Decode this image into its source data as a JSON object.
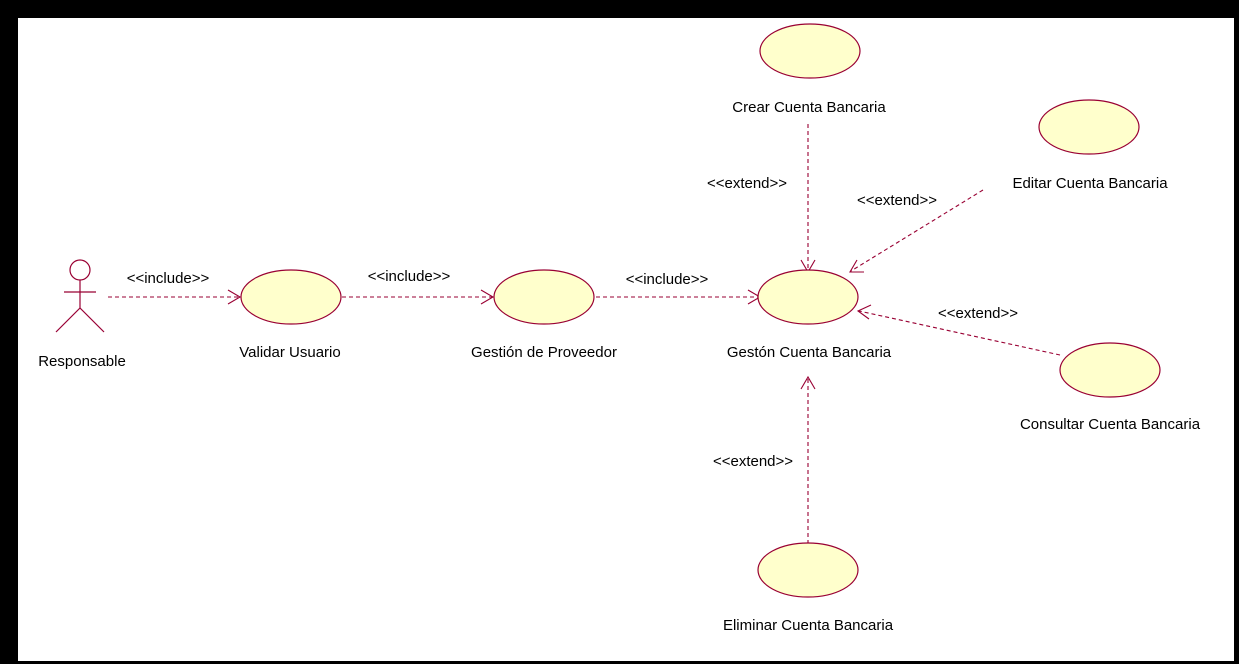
{
  "actor": {
    "name": "Responsable"
  },
  "use_cases": {
    "validar": "Validar Usuario",
    "proveedor": "Gestión de Proveedor",
    "gestion": "Gestón Cuenta Bancaria",
    "crear": "Crear Cuenta Bancaria",
    "editar": "Editar Cuenta Bancaria",
    "consultar": "Consultar Cuenta Bancaria",
    "eliminar": "Eliminar Cuenta Bancaria"
  },
  "relations": {
    "include_actor_validar": "<<include>>",
    "include_validar_proveedor": "<<include>>",
    "include_proveedor_gestion": "<<include>>",
    "extend_crear": "<<extend>>",
    "extend_editar": "<<extend>>",
    "extend_consultar": "<<extend>>",
    "extend_eliminar": "<<extend>>"
  },
  "colors": {
    "use_case_fill": "#ffffcc",
    "line_color": "#990033",
    "frame_border": "#000000"
  }
}
